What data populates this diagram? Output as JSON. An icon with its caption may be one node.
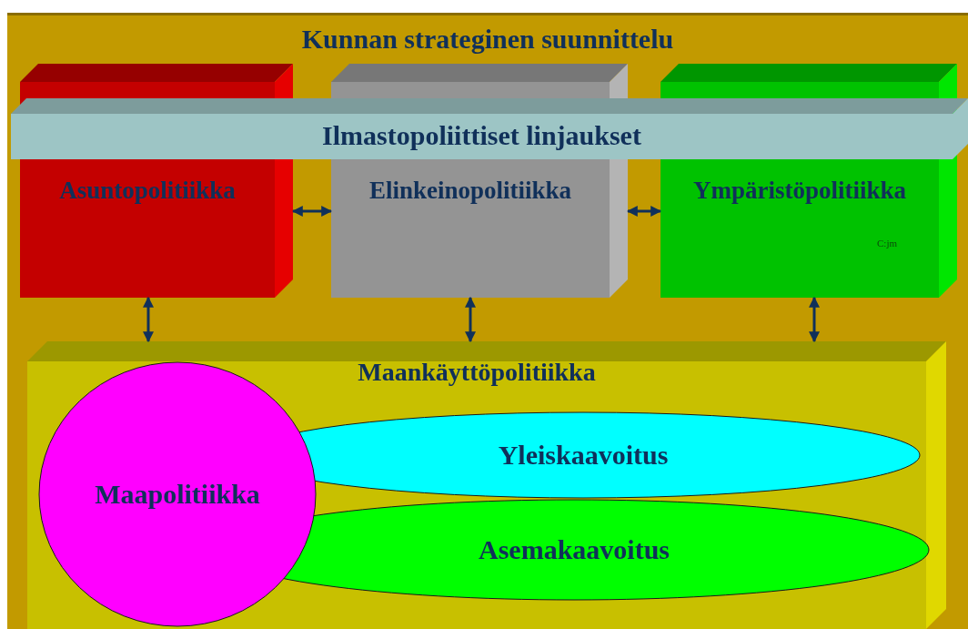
{
  "diagram": {
    "nodes": [
      {
        "text": [
          "Kunnan strateginen suunnittelu"
        ]
      },
      {
        "text": [
          "Asuntopolitiikka"
        ],
        "in": 0
      },
      {
        "text": [
          "Elinkeinopolitiikka"
        ],
        "in": 0
      },
      {
        "text": [
          "Ympäristöpolitiikka"
        ],
        "in": 0
      },
      {
        "text": [
          "Ilmastopoliittiset linjaukset"
        ],
        "in": 0
      },
      {
        "text": [
          "Maankäyttöpolitiikka"
        ],
        "in": 0
      },
      {
        "text": [
          "Maapolitiikka"
        ],
        "in": 5
      },
      {
        "text": [
          "Yleiskaavoitus"
        ],
        "in": 5
      },
      {
        "text": [
          "Asemakaavoitus"
        ],
        "in": 5
      }
    ],
    "edges": [
      {
        "from": 1,
        "to": 2,
        "arrow": "both"
      },
      {
        "from": 2,
        "to": 3,
        "arrow": "both"
      },
      {
        "from": 1,
        "to": 5,
        "arrow": "both"
      },
      {
        "from": 2,
        "to": 5,
        "arrow": "both"
      },
      {
        "from": 3,
        "to": 5,
        "arrow": "both"
      }
    ],
    "labels": [
      "C:jm"
    ]
  }
}
